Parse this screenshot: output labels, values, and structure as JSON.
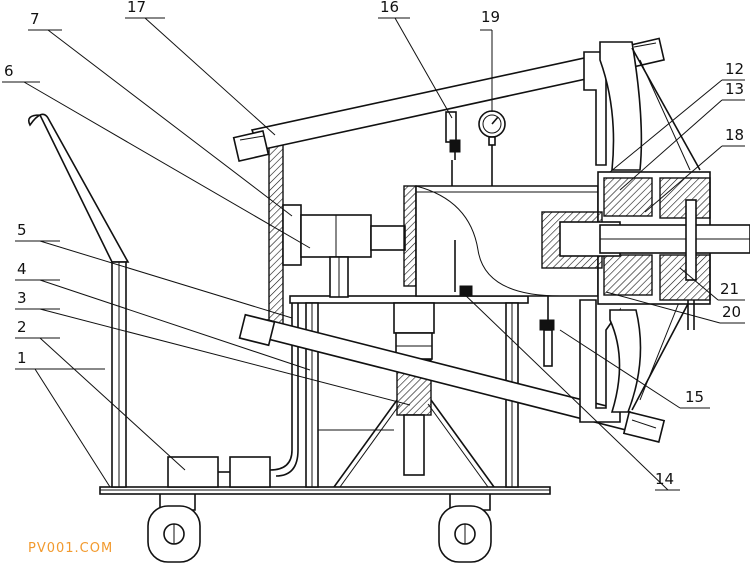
{
  "diagram": {
    "labels": {
      "l1": "1",
      "l2": "2",
      "l3": "3",
      "l4": "4",
      "l5": "5",
      "l6": "6",
      "l7": "7",
      "l12": "12",
      "l13": "13",
      "l14": "14",
      "l15": "15",
      "l16": "16",
      "l17": "17",
      "l18": "18",
      "l19": "19",
      "l20": "20",
      "l21": "21"
    },
    "watermark": "PV001.COM"
  }
}
